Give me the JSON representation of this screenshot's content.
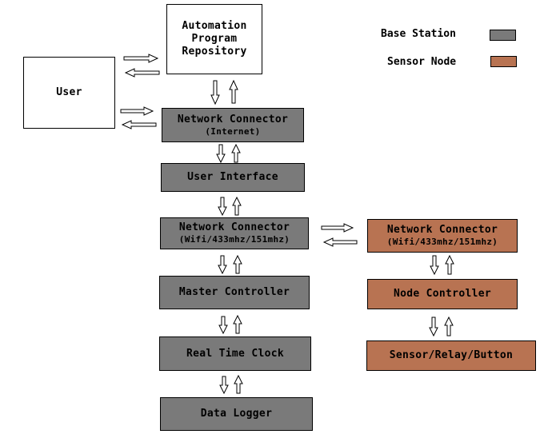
{
  "legend": {
    "base_station": {
      "label": "Base Station",
      "color": "#7a7a7a"
    },
    "sensor_node": {
      "label": "Sensor Node",
      "color": "#b87352"
    }
  },
  "nodes": {
    "user": {
      "label": "User"
    },
    "repository": {
      "line1": "Automation",
      "line2": "Program",
      "line3": "Repository"
    },
    "net_internet": {
      "label": "Network Connector",
      "sub": "(Internet)"
    },
    "user_interface": {
      "label": "User Interface"
    },
    "net_wifi_base": {
      "label": "Network Connector",
      "sub": "(Wifi/433mhz/151mhz)"
    },
    "master_controller": {
      "label": "Master Controller"
    },
    "real_time_clock": {
      "label": "Real Time Clock"
    },
    "data_logger": {
      "label": "Data Logger"
    },
    "net_wifi_node": {
      "label": "Network Connector",
      "sub": "(Wifi/433mhz/151mhz)"
    },
    "node_controller": {
      "label": "Node Controller"
    },
    "sensor_relay_button": {
      "label": "Sensor/Relay/Button"
    }
  }
}
